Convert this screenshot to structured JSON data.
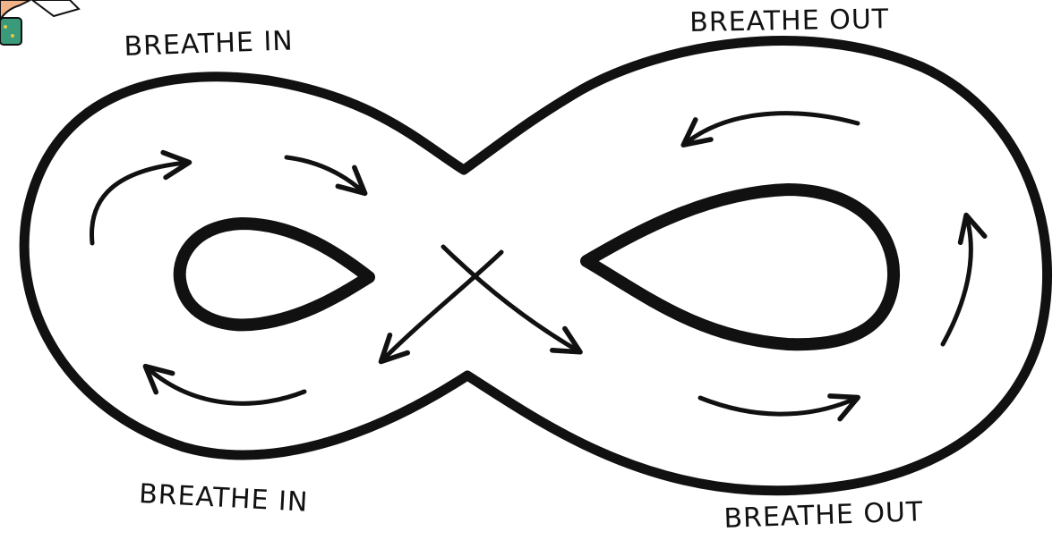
{
  "labels": {
    "top_left": "BREATHE IN",
    "top_right": "BREATHE OUT",
    "bottom_left": "BREATHE IN",
    "bottom_right": "BREATHE OUT"
  },
  "colors": {
    "ink": "#111111",
    "background": "#ffffff",
    "figure_skin": "#f1b48a",
    "figure_shirt": "#2f7fb7",
    "figure_pants": "#3a9a7a"
  },
  "icons": {
    "corner_figure": "person-holding-paper-icon"
  }
}
